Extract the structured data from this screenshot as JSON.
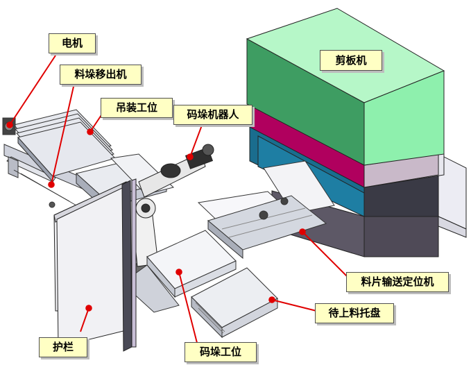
{
  "labels": {
    "motor": "电机",
    "stack_removal": "料垛移出机",
    "hoisting_station": "吊装工位",
    "stacking_robot": "码垛机器人",
    "shearing_machine": "剪板机",
    "sheet_conveyor": "料片输送定位机",
    "loading_pallet": "待上料托盘",
    "guardrail": "护栏",
    "stacking_station": "码垛工位"
  },
  "colors": {
    "shear_top": "#99f3b6",
    "shear_band": "#b0005e",
    "shear_blue": "#1a6d8e",
    "leader_line": "#e00000",
    "callout_bg": "#ffffc4"
  }
}
